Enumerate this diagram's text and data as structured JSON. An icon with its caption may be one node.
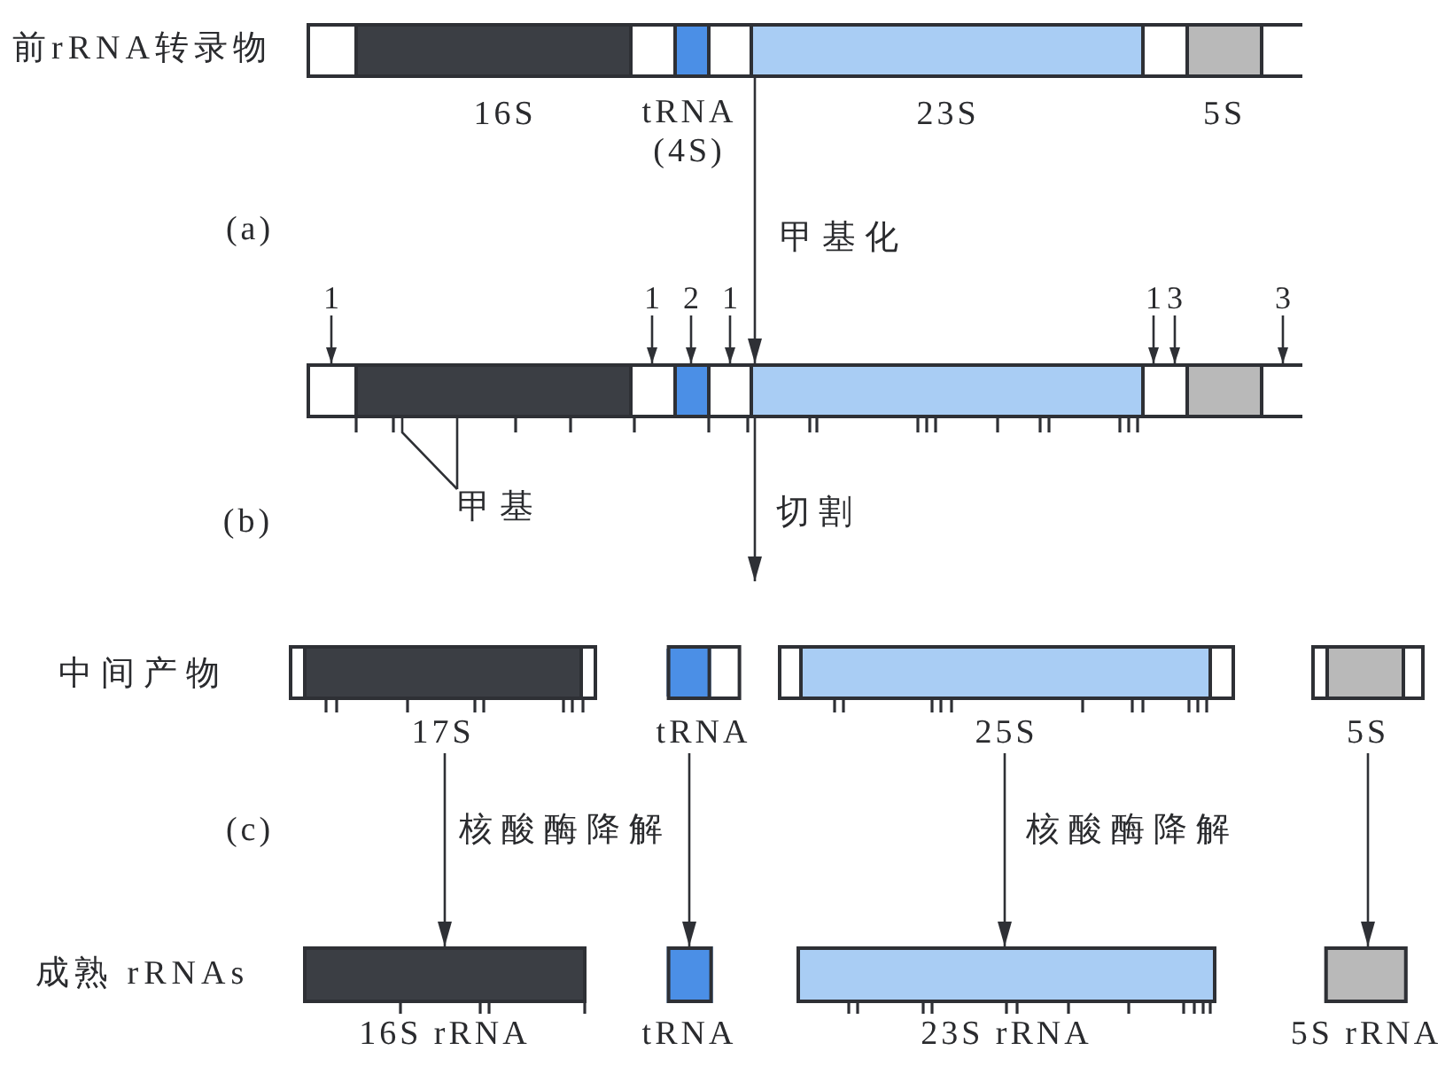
{
  "diagram": {
    "nodes": [
      {
        "text": [],
        "shape": "bar",
        "beside": [
          "前rRNA转录物"
        ]
      },
      {
        "text": [],
        "shape": "box",
        "in": 0,
        "beside": [
          "16S"
        ]
      },
      {
        "text": [],
        "shape": "box",
        "in": 0,
        "beside": [
          "tRNA (4S)"
        ]
      },
      {
        "text": [],
        "shape": "box",
        "in": 0,
        "beside": [
          "23S"
        ]
      },
      {
        "text": [],
        "shape": "box",
        "in": 0,
        "beside": [
          "5S"
        ]
      },
      {
        "text": [
          "1"
        ]
      },
      {
        "text": [
          "1"
        ]
      },
      {
        "text": [
          "2"
        ]
      },
      {
        "text": [
          "1"
        ]
      },
      {
        "text": [
          "1"
        ]
      },
      {
        "text": [
          "3"
        ]
      },
      {
        "text": [
          "3"
        ]
      },
      {
        "text": [],
        "shape": "bar"
      },
      {
        "text": [],
        "shape": "box",
        "in": 12
      },
      {
        "text": [],
        "shape": "box",
        "in": 12
      },
      {
        "text": [],
        "shape": "box",
        "in": 12
      },
      {
        "text": [],
        "shape": "box",
        "in": 12
      },
      {
        "text": [
          "甲基"
        ]
      },
      {
        "text": [
          "17S"
        ]
      },
      {
        "text": [
          "tRNA"
        ]
      },
      {
        "text": [
          "25S"
        ]
      },
      {
        "text": [
          "5S"
        ]
      },
      {
        "text": [
          "16S rRNA"
        ]
      },
      {
        "text": [
          "tRNA"
        ]
      },
      {
        "text": [
          "23S rRNA"
        ]
      },
      {
        "text": [
          "5S rRNA"
        ]
      }
    ],
    "edges": [
      {
        "from": 0,
        "to": 12,
        "arrow": "to",
        "label": "甲基化"
      },
      {
        "from": 5,
        "to": 12,
        "arrow": "to"
      },
      {
        "from": 6,
        "to": 12,
        "arrow": "to"
      },
      {
        "from": 7,
        "to": 12,
        "arrow": "to"
      },
      {
        "from": 8,
        "to": 12,
        "arrow": "to"
      },
      {
        "from": 9,
        "to": 12,
        "arrow": "to"
      },
      {
        "from": 10,
        "to": 12,
        "arrow": "to"
      },
      {
        "from": 11,
        "to": 12,
        "arrow": "to"
      },
      {
        "from": 17,
        "to": 13,
        "arrow": "none"
      },
      {
        "from": 17,
        "to": 13,
        "arrow": "none"
      },
      {
        "from": 12,
        "to": null,
        "arrow": "to",
        "label": "切割"
      },
      {
        "from": 18,
        "to": 22,
        "arrow": "to",
        "label": "核酸酶降解"
      },
      {
        "from": 19,
        "to": 23,
        "arrow": "to"
      },
      {
        "from": 20,
        "to": 24,
        "arrow": "to",
        "label": "核酸酶降解"
      },
      {
        "from": 21,
        "to": 25,
        "arrow": "to"
      }
    ],
    "labels": [
      "(a)",
      "(b)",
      "中间产物",
      "(c)",
      "成熟 rRNAs"
    ]
  }
}
